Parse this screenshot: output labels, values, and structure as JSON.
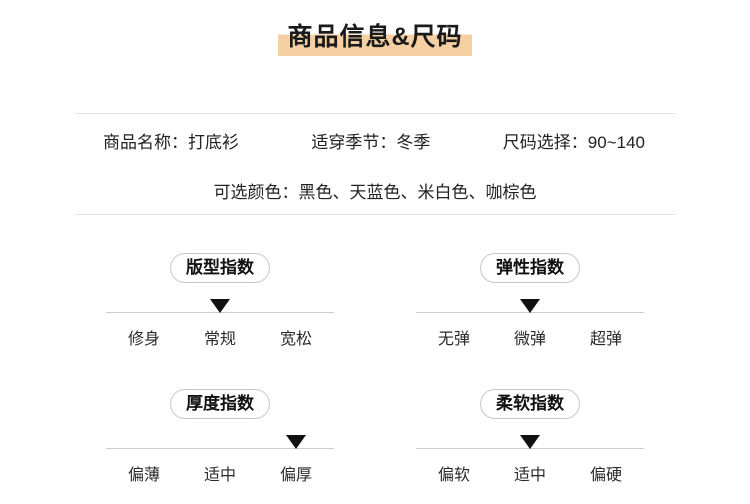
{
  "title": "商品信息&尺码",
  "accent_color": "#f6d0a2",
  "info": {
    "product_name": "商品名称：打底衫",
    "season": "适穿季节：冬季",
    "size_range": "尺码选择：90~140",
    "colors": "可选颜色：黑色、天蓝色、米白色、咖棕色"
  },
  "indexes": [
    {
      "name": "版型指数",
      "options": [
        "修身",
        "常规",
        "宽松"
      ],
      "active": 1
    },
    {
      "name": "弹性指数",
      "options": [
        "无弹",
        "微弹",
        "超弹"
      ],
      "active": 1
    },
    {
      "name": "厚度指数",
      "options": [
        "偏薄",
        "适中",
        "偏厚"
      ],
      "active": 2
    },
    {
      "name": "柔软指数",
      "options": [
        "偏软",
        "适中",
        "偏硬"
      ],
      "active": 1
    }
  ]
}
